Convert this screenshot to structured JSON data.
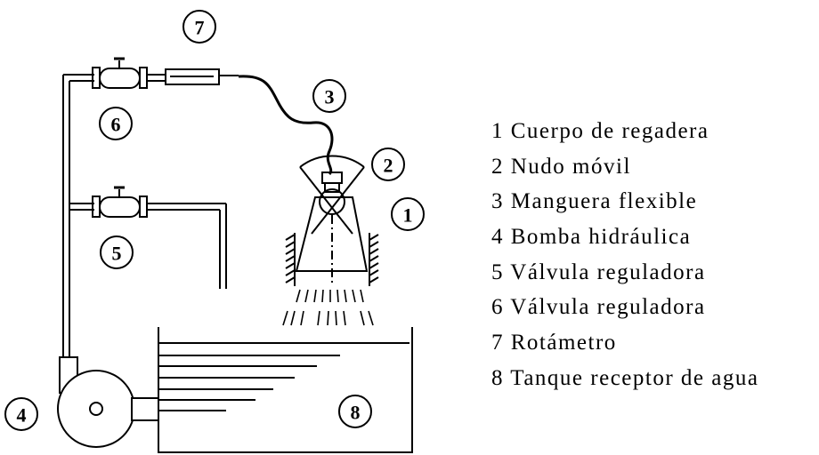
{
  "callouts": {
    "c1": "1",
    "c2": "2",
    "c3": "3",
    "c4": "4",
    "c5": "5",
    "c6": "6",
    "c7": "7",
    "c8": "8"
  },
  "legend": [
    "1 Cuerpo de regadera",
    "2 Nudo móvil",
    "3 Manguera flexible",
    "4 Bomba hidráulica",
    "5 Válvula reguladora",
    "6 Válvula reguladora",
    "7 Rotámetro",
    "8 Tanque receptor de agua"
  ]
}
